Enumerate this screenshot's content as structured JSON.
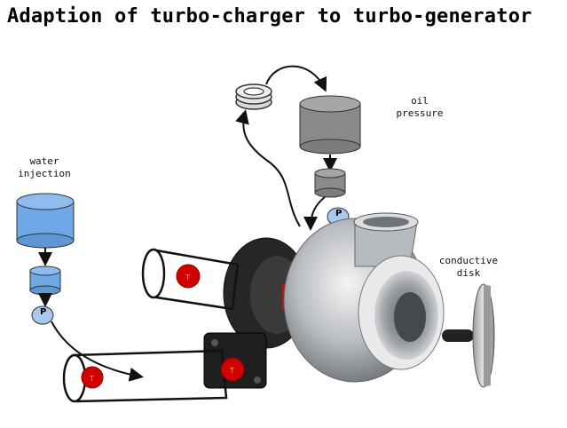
{
  "title": "Adaption of turbo-charger to turbo-generator",
  "labels": {
    "oil_line1": "oil",
    "oil_line2": "pressure",
    "water_line1": "water",
    "water_line2": "injection",
    "disk_line1": "conductive",
    "disk_line2": "disk"
  },
  "markers": {
    "pump": "P",
    "thermo": "T"
  },
  "colors": {
    "water_tank": "#6fa8e6",
    "oil_tank": "#8a8a8a",
    "pump": "#a9c8ee",
    "thermo": "#d00000",
    "turbo_metal": "#c9ccd0",
    "turbo_dark": "#2a2a2a"
  }
}
